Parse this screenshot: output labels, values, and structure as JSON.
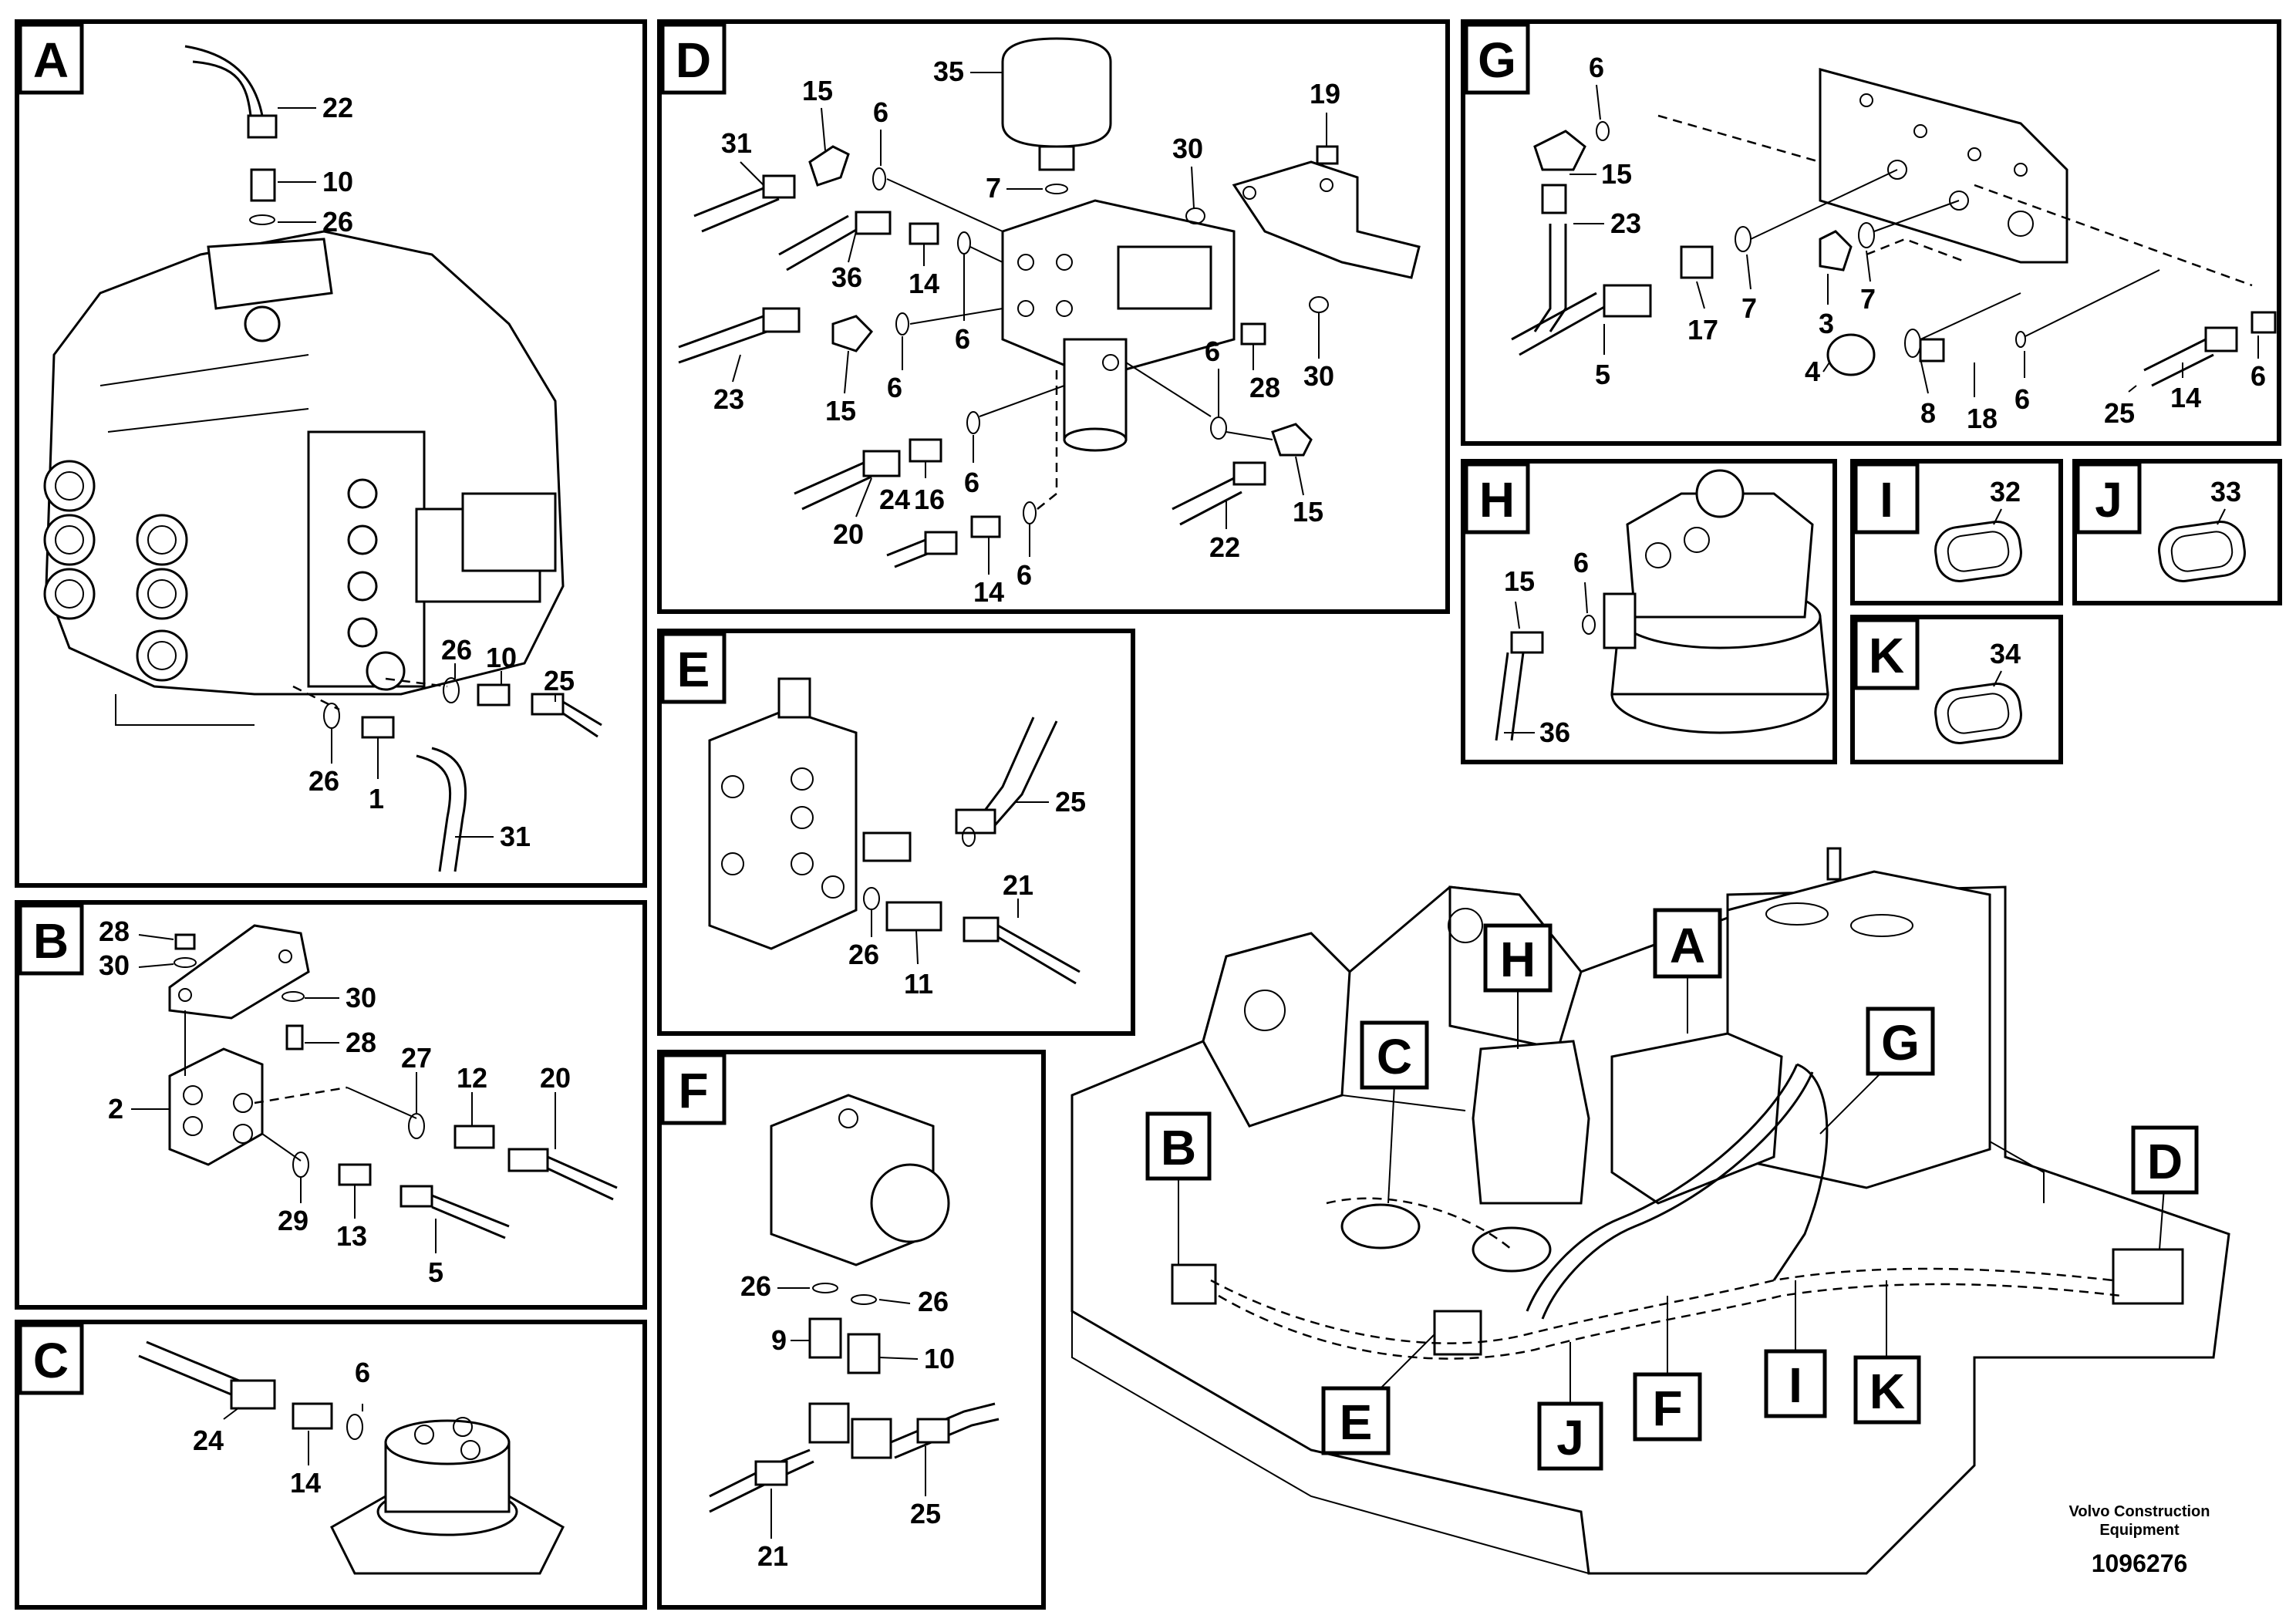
{
  "panels": {
    "A": {
      "letter": "A",
      "labels": {
        "22": "22",
        "10a": "10",
        "26a": "26",
        "26b": "26",
        "10b": "10",
        "25": "25",
        "26c": "26",
        "1": "1",
        "31": "31"
      }
    },
    "B": {
      "letter": "B",
      "labels": {
        "28a": "28",
        "30a": "30",
        "30b": "30",
        "28b": "28",
        "2": "2",
        "27": "27",
        "12": "12",
        "20": "20",
        "29": "29",
        "13": "13",
        "5": "5"
      }
    },
    "C": {
      "letter": "C",
      "labels": {
        "24": "24",
        "14": "14",
        "6": "6"
      }
    },
    "D": {
      "letter": "D",
      "labels": {
        "35": "35",
        "15a": "15",
        "6a": "6",
        "31": "31",
        "19": "19",
        "30a": "30",
        "7": "7",
        "36": "36",
        "14a": "14",
        "6b": "6",
        "23": "23",
        "15b": "15",
        "6c": "6",
        "28": "28",
        "30b": "30",
        "6d": "6",
        "16": "16",
        "6e": "6",
        "20": "20",
        "24": "24",
        "14b": "14",
        "6f": "6",
        "22": "22",
        "15c": "15"
      }
    },
    "E": {
      "letter": "E",
      "labels": {
        "25": "25",
        "21": "21",
        "26": "26",
        "11": "11"
      }
    },
    "F": {
      "letter": "F",
      "labels": {
        "26a": "26",
        "26b": "26",
        "9": "9",
        "10": "10",
        "21": "21",
        "25": "25"
      }
    },
    "G": {
      "letter": "G",
      "labels": {
        "6a": "6",
        "15": "15",
        "23": "23",
        "17": "17",
        "7a": "7",
        "3": "3",
        "7b": "7",
        "5": "5",
        "4": "4",
        "8": "8",
        "18": "18",
        "6b": "6",
        "25": "25",
        "14": "14",
        "6c": "6"
      }
    },
    "H": {
      "letter": "H",
      "labels": {
        "15": "15",
        "6": "6",
        "36": "36"
      }
    },
    "I": {
      "letter": "I",
      "labels": {
        "32": "32"
      }
    },
    "J": {
      "letter": "J",
      "labels": {
        "33": "33"
      }
    },
    "K": {
      "letter": "K",
      "labels": {
        "34": "34"
      }
    }
  },
  "overview": {
    "markers": {
      "A": "A",
      "B": "B",
      "C": "C",
      "D": "D",
      "E": "E",
      "F": "F",
      "G": "G",
      "H": "H",
      "I": "I",
      "J": "J",
      "K": "K"
    }
  },
  "footer": {
    "brand_line1": "Volvo Construction",
    "brand_line2": "Equipment",
    "drawing_number": "1096276"
  }
}
